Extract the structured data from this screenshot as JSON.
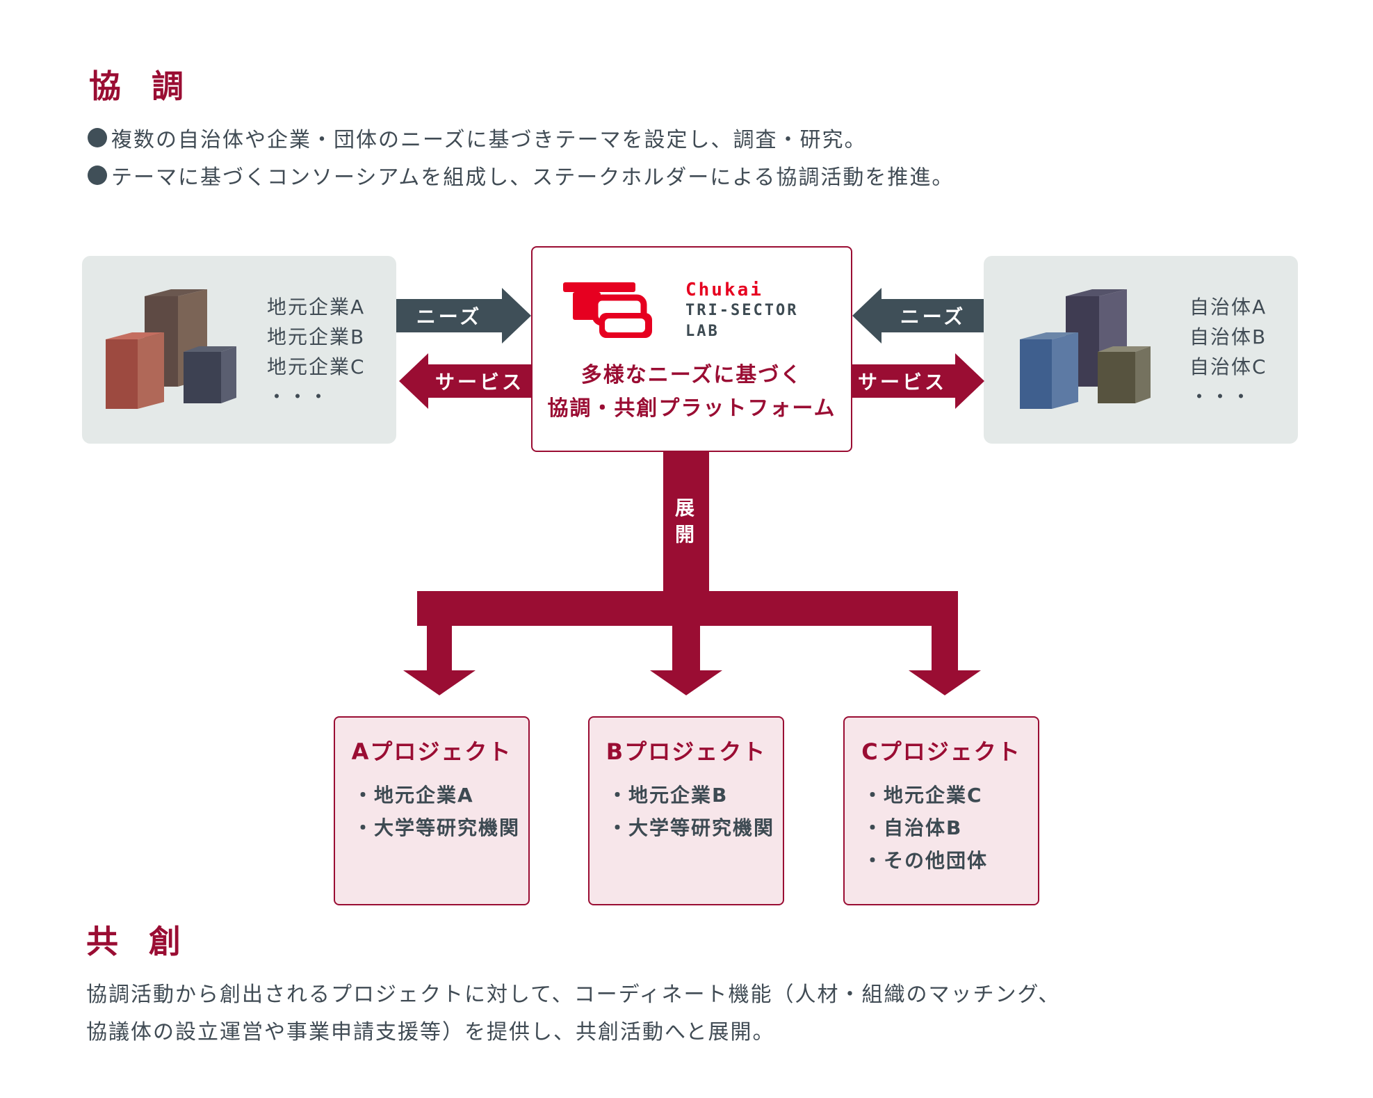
{
  "section1": {
    "title": "協 調",
    "bullets": [
      "複数の自治体や企業・団体のニーズに基づきテーマを設定し、調査・研究。",
      "テーマに基づくコンソーシアムを組成し、ステークホルダーによる協調活動を推進。"
    ]
  },
  "left_group": {
    "items": [
      "地元企業A",
      "地元企業B",
      "地元企業C",
      "・・・"
    ]
  },
  "right_group": {
    "items": [
      "自治体A",
      "自治体B",
      "自治体C",
      "・・・"
    ]
  },
  "arrows": {
    "left_needs": "ニーズ",
    "left_service": "サービス",
    "right_needs": "ニーズ",
    "right_service": "サービス",
    "deploy": [
      "展",
      "開"
    ]
  },
  "center": {
    "logo": {
      "line1": "Chukai",
      "line2": "TRI-SECTOR",
      "line3": "LAB"
    },
    "text_line1": "多様なニーズに基づく",
    "text_line2": "協調・共創プラットフォーム"
  },
  "projects": [
    {
      "title": "Aプロジェクト",
      "items": [
        "・地元企業A",
        "・大学等研究機関"
      ]
    },
    {
      "title": "Bプロジェクト",
      "items": [
        "・地元企業B",
        "・大学等研究機関"
      ]
    },
    {
      "title": "Cプロジェクト",
      "items": [
        "・地元企業C",
        "・自治体B",
        "・その他団体"
      ]
    }
  ],
  "section2": {
    "title": "共 創",
    "body_line1": "協調活動から創出されるプロジェクトに対して、コーディネート機能（人材・組織のマッチング、",
    "body_line2": "協議体の設立運営や事業申請支援等）を提供し、共創活動へと展開。"
  },
  "colors": {
    "accent": "#9a0d33",
    "dark_arrow": "#3f4f58",
    "gray_panel": "#e4e9e8",
    "project_bg": "#f7e6ea",
    "logo_red": "#e60020"
  }
}
